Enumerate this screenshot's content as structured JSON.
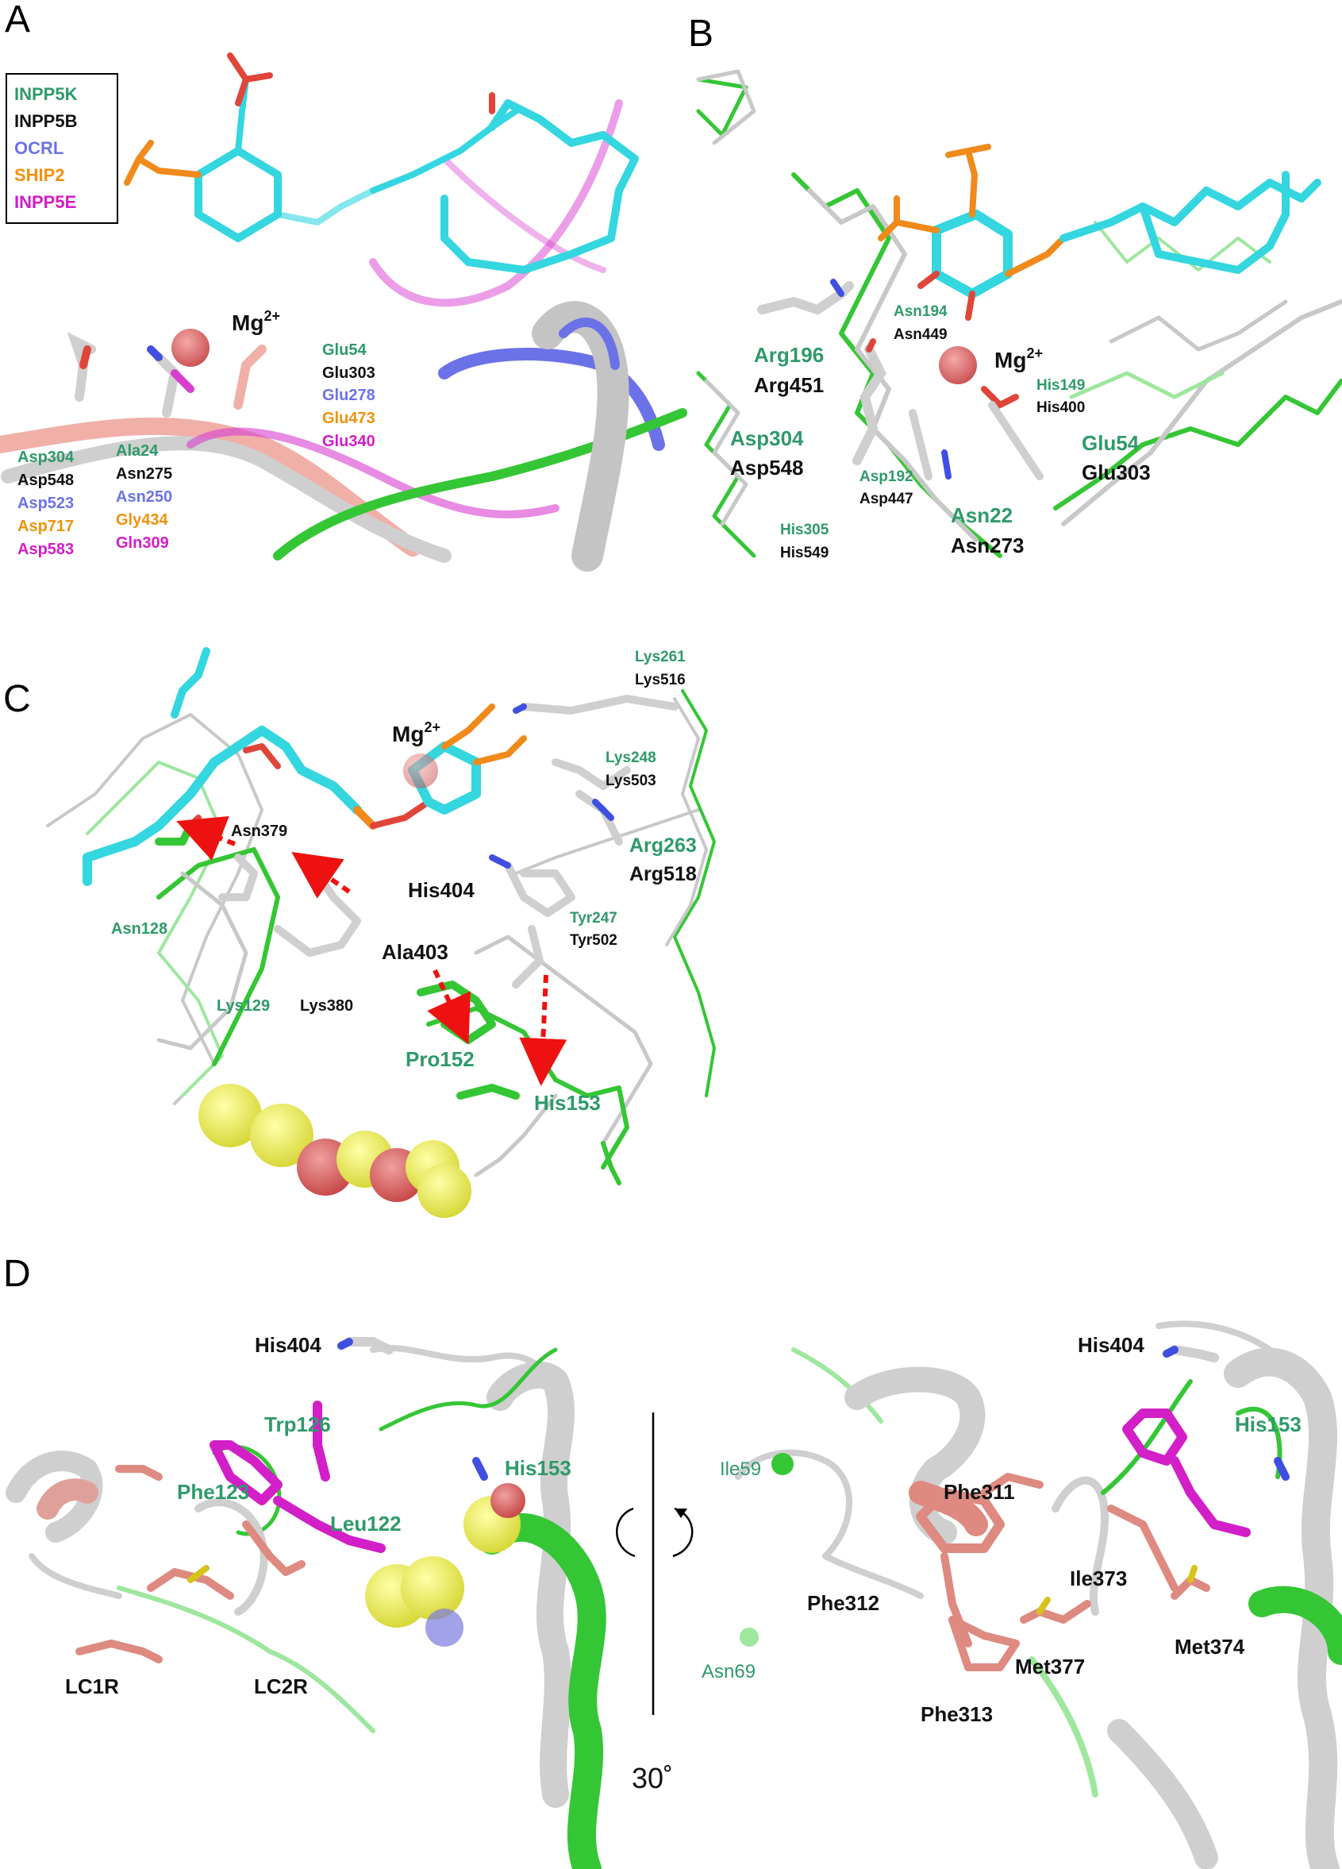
{
  "colors": {
    "INPP5K": "#2e9a6a",
    "INPP5B": "#111111",
    "OCRL": "#6b72e8",
    "SHIP2": "#f0920e",
    "INPP5E": "#d11dc8",
    "ligand": "#34d6e0",
    "phosphorus": "#f08a1a",
    "oxygen": "#e0453a",
    "nitrogen": "#3f4fe0",
    "sulfur": "#d6c41a",
    "mg_ion": "#e07070",
    "green_cartoon": "#35c635",
    "grey_cartoon": "#d3d3d3",
    "salmon_residue": "#de8a80",
    "magenta_residue": "#d21fc8",
    "yellow_sphere": "#f0f05a",
    "red_arrow": "#ee1111"
  },
  "panels": {
    "A": {
      "letter": "A",
      "legend": [
        "INPP5K",
        "INPP5B",
        "OCRL",
        "SHIP2",
        "INPP5E"
      ],
      "mg": "Mg",
      "mg_charge": "2+",
      "glu_group": [
        "Glu54",
        "Glu303",
        "Glu278",
        "Glu473",
        "Glu340"
      ],
      "ala_group": [
        "Ala24",
        "Asn275",
        "Asn250",
        "Gly434",
        "Gln309"
      ],
      "asp_group": [
        "Asp304",
        "Asp548",
        "Asp523",
        "Asp717",
        "Asp583"
      ]
    },
    "B": {
      "letter": "B",
      "mg": "Mg",
      "mg_charge": "2+",
      "pairs": [
        {
          "green": "Asn194",
          "black": "Asn449"
        },
        {
          "green": "Arg196",
          "black": "Arg451"
        },
        {
          "green": "His149",
          "black": "His400"
        },
        {
          "green": "Asp304",
          "black": "Asp548"
        },
        {
          "green": "Glu54",
          "black": "Glu303"
        },
        {
          "green": "Asp192",
          "black": "Asp447"
        },
        {
          "green": "His305",
          "black": "His549"
        },
        {
          "green": "Asn22",
          "black": "Asn273"
        }
      ]
    },
    "C": {
      "letter": "C",
      "mg": "Mg",
      "mg_charge": "2+",
      "pairs": [
        {
          "green": "Lys261",
          "black": "Lys516"
        },
        {
          "green": "Lys248",
          "black": "Lys503"
        },
        {
          "green": "Arg263",
          "black": "Arg518"
        },
        {
          "green": "Tyr247",
          "black": "Tyr502"
        }
      ],
      "asn379": "Asn379",
      "his404": "His404",
      "ala403": "Ala403",
      "asn128": "Asn128",
      "lys129": "Lys129",
      "lys380": "Lys380",
      "pro152": "Pro152",
      "his153": "His153"
    },
    "D": {
      "letter": "D",
      "left": {
        "his404": "His404",
        "trp126": "Trp126",
        "phe123": "Phe123",
        "leu122": "Leu122",
        "his153": "His153",
        "lc1r": "LC1R",
        "lc2r": "LC2R"
      },
      "right": {
        "his404": "His404",
        "his153": "His153",
        "ile59": "Ile59",
        "phe311": "Phe311",
        "phe312": "Phe312",
        "ile373": "Ile373",
        "met377": "Met377",
        "met374": "Met374",
        "asn69": "Asn69",
        "phe313": "Phe313"
      },
      "rotation": "30˚"
    }
  }
}
